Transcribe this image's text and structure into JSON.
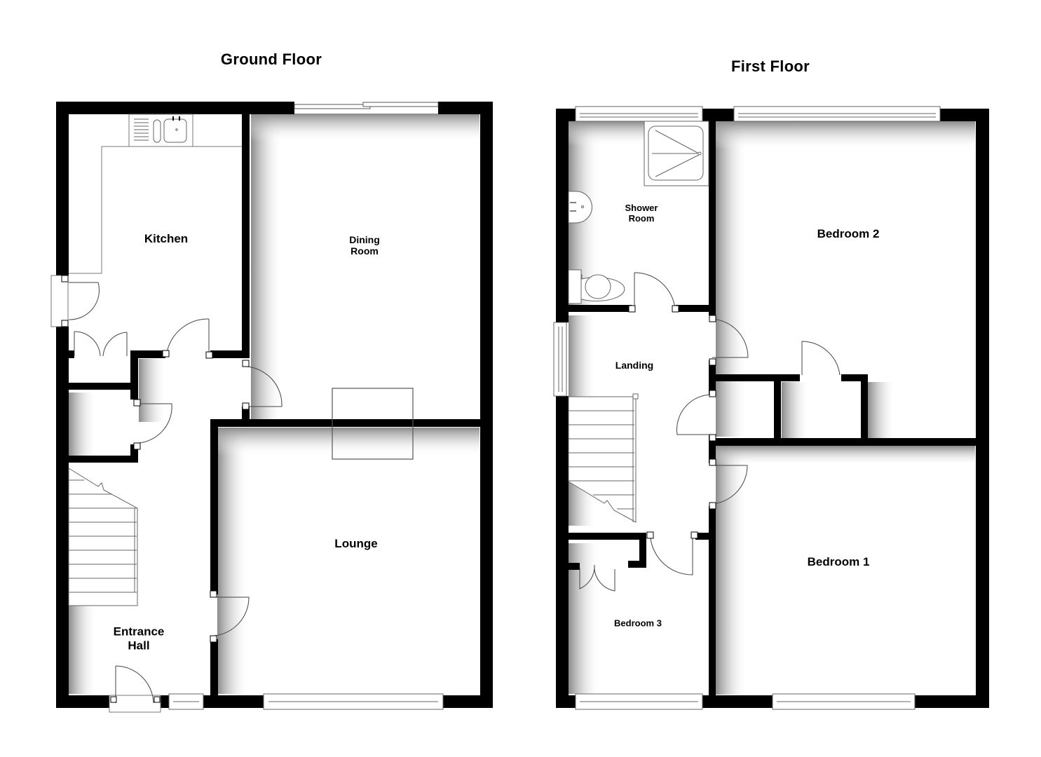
{
  "floors": [
    {
      "id": "ground",
      "title": "Ground Floor",
      "rooms": [
        {
          "name": "Kitchen",
          "label": "Kitchen"
        },
        {
          "name": "Dining Room",
          "label": "Dining\nRoom"
        },
        {
          "name": "Lounge",
          "label": "Lounge"
        },
        {
          "name": "Entrance Hall",
          "label": "Entrance\nHall"
        }
      ],
      "fixtures": [
        "kitchen-sink",
        "staircase",
        "fireplace-chimney-breast",
        "sliding-patio-door",
        "front-door",
        "side-door"
      ]
    },
    {
      "id": "first",
      "title": "First Floor",
      "rooms": [
        {
          "name": "Shower Room",
          "label": "Shower\nRoom"
        },
        {
          "name": "Bedroom 2",
          "label": "Bedroom 2"
        },
        {
          "name": "Landing",
          "label": "Landing"
        },
        {
          "name": "Bedroom 1",
          "label": "Bedroom 1"
        },
        {
          "name": "Bedroom 3",
          "label": "Bedroom 3"
        }
      ],
      "fixtures": [
        "shower-tray",
        "wash-basin",
        "toilet",
        "staircase",
        "built-in-wardrobes"
      ]
    }
  ],
  "colors": {
    "wall": "#000000",
    "background": "#ffffff",
    "shadow": "#7a7a7a",
    "fixture_line": "#555555"
  }
}
